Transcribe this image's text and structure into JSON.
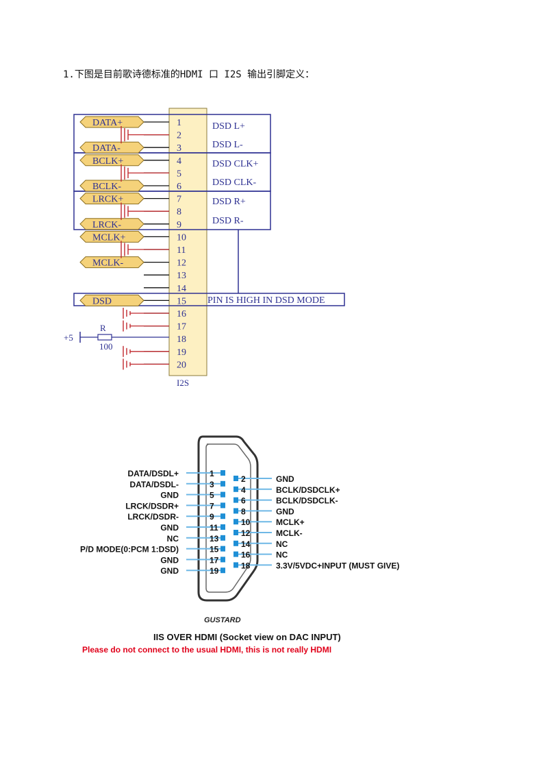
{
  "heading": "1.下图是目前歌诗德标准的HDMI 口 I2S 输出引脚定义：",
  "schematic": {
    "connector_name": "I2S",
    "pins": [
      "1",
      "2",
      "3",
      "4",
      "5",
      "6",
      "7",
      "8",
      "9",
      "10",
      "11",
      "12",
      "13",
      "14",
      "15",
      "16",
      "17",
      "18",
      "19",
      "20"
    ],
    "ports": [
      "DATA+",
      "DATA-",
      "BCLK+",
      "BCLK-",
      "LRCK+",
      "LRCK-",
      "MCLK+",
      "MCLK-",
      "DSD"
    ],
    "dsd_labels": [
      "DSD L+",
      "DSD L-",
      "DSD CLK+",
      "DSD CLK-",
      "DSD R+",
      "DSD R-"
    ],
    "pin15_note": "PIN IS HIGH IN DSD MODE",
    "supply": "+5",
    "resistor_name": "R",
    "resistor_value": "100"
  },
  "hdmi": {
    "left_labels": [
      "DATA/DSDL+",
      "DATA/DSDL-",
      "GND",
      "LRCK/DSDR+",
      "LRCK/DSDR-",
      "GND",
      "NC",
      "P/D MODE(0:PCM 1:DSD)",
      "GND",
      "GND"
    ],
    "left_pins": [
      "1",
      "3",
      "5",
      "7",
      "9",
      "11",
      "13",
      "15",
      "17",
      "19"
    ],
    "right_labels": [
      "GND",
      "BCLK/DSDCLK+",
      "BCLK/DSDCLK-",
      "GND",
      "MCLK+",
      "MCLK-",
      "NC",
      "NC",
      "3.3V/5VDC+INPUT (MUST GIVE)"
    ],
    "right_pins": [
      "2",
      "4",
      "6",
      "8",
      "10",
      "12",
      "14",
      "16",
      "18"
    ],
    "logo": "GUSTARD",
    "caption": "IIS OVER HDMI  (Socket view on DAC INPUT)",
    "warning": "Please do not connect to the usual HDMI, this is not really HDMI",
    "colors": {
      "warning": "#e0001a",
      "pin": "#1e8fd6",
      "lead": "#6fb8e6"
    }
  },
  "colors": {
    "box": "#2e3192",
    "port_fill": "#f5d27a",
    "ground": "#c0282d",
    "connector_fill": "#fdf0c2"
  }
}
